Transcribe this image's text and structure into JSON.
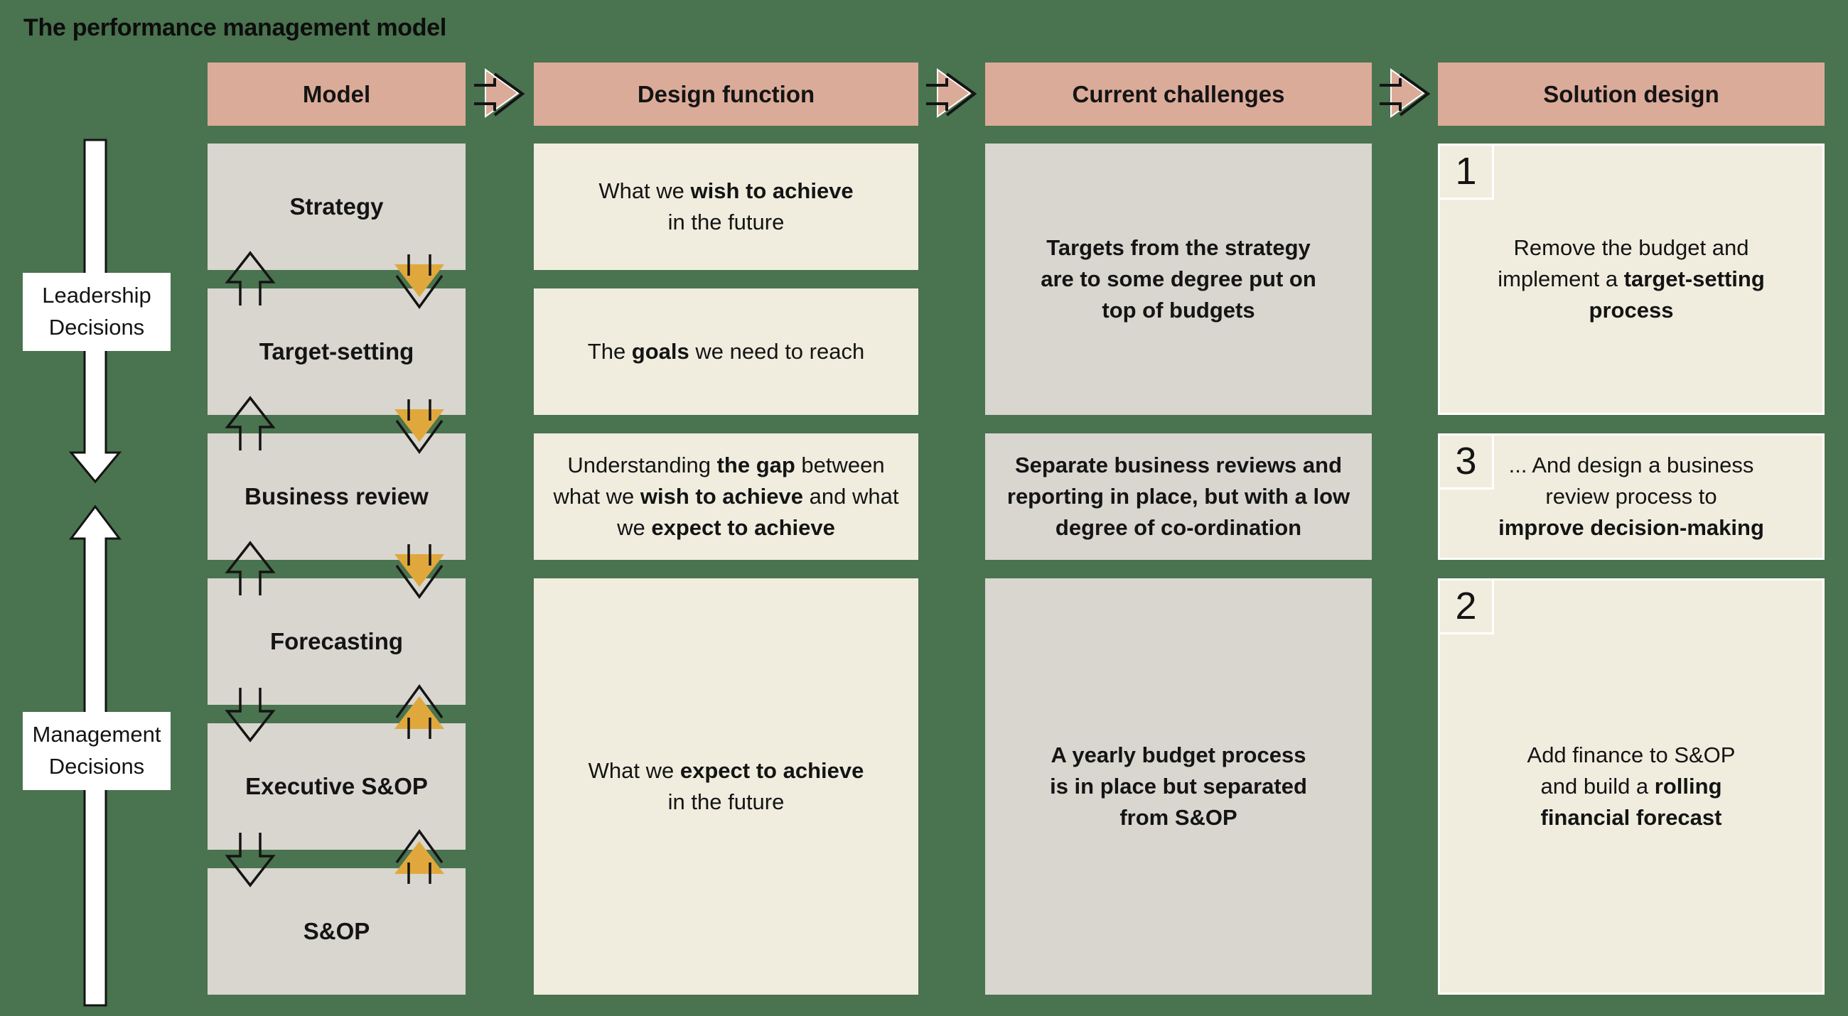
{
  "title": "The performance management model",
  "colors": {
    "background": "#4A734F",
    "header": "#DBAB99",
    "cream": "#F0EDDF",
    "gray": "#D8D6CF",
    "gold": "#E0A83C",
    "white": "#FFFFFF",
    "text": "#141414"
  },
  "icons": {
    "header_arrow": "right-block-arrow",
    "model_up_feedback": "up-open-arrow",
    "model_down_flow": "down-gold-arrow",
    "model_down_feedback": "down-open-arrow",
    "model_up_flow": "up-gold-arrow",
    "leadership_flow": "down-block-arrow",
    "management_flow": "up-block-arrow"
  },
  "columns": [
    {
      "header": "Model"
    },
    {
      "header": "Design function"
    },
    {
      "header": "Current challenges"
    },
    {
      "header": "Solution design"
    }
  ],
  "side_labels": {
    "leadership": "Leadership\nDecisions",
    "management": "Management\nDecisions"
  },
  "model": {
    "rows": [
      "Strategy",
      "Target-setting",
      "Business review",
      "Forecasting",
      "Executive S&OP",
      "S&OP"
    ]
  },
  "design_function": {
    "boxes": [
      {
        "segments": [
          {
            "t": "What we "
          },
          {
            "t": "wish to achieve",
            "b": true
          },
          {
            "t": "\nin the future"
          }
        ]
      },
      {
        "segments": [
          {
            "t": "The "
          },
          {
            "t": "goals",
            "b": true
          },
          {
            "t": " we need to reach"
          }
        ]
      },
      {
        "segments": [
          {
            "t": "Understanding "
          },
          {
            "t": "the gap",
            "b": true
          },
          {
            "t": " between\nwhat we "
          },
          {
            "t": "wish to achieve",
            "b": true
          },
          {
            "t": " and what\nwe "
          },
          {
            "t": "expect to achieve",
            "b": true
          }
        ]
      },
      {
        "segments": [
          {
            "t": "What we "
          },
          {
            "t": "expect to achieve",
            "b": true
          },
          {
            "t": "\nin the future"
          }
        ]
      }
    ]
  },
  "current_challenges": {
    "boxes": [
      {
        "text": "Targets from the strategy\nare to some degree put on\ntop of budgets"
      },
      {
        "text": "Separate business reviews and\nreporting in place, but with a low\ndegree of co-ordination"
      },
      {
        "text": "A yearly budget process\nis in place but separated\nfrom S&OP"
      }
    ]
  },
  "solution_design": {
    "boxes": [
      {
        "number": "1",
        "segments": [
          {
            "t": "Remove the budget and\nimplement a "
          },
          {
            "t": "target-setting\nprocess",
            "b": true
          }
        ]
      },
      {
        "number": "3",
        "segments": [
          {
            "t": "... And design a business\nreview process to\n"
          },
          {
            "t": "improve decision-making",
            "b": true
          }
        ]
      },
      {
        "number": "2",
        "segments": [
          {
            "t": "Add finance to S&OP\nand build a "
          },
          {
            "t": "rolling\nfinancial forecast",
            "b": true
          }
        ]
      }
    ]
  }
}
